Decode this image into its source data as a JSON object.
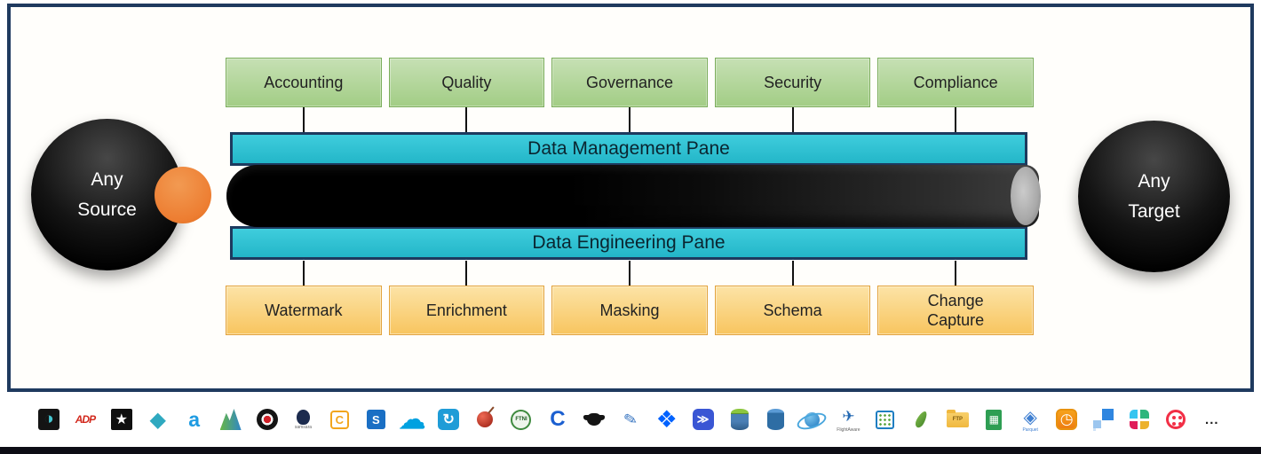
{
  "frame": {
    "background": "#fffefb",
    "border_color": "#1f3a5f"
  },
  "diagram": {
    "source_label": "Any Source",
    "target_label": "Any Target",
    "management_pane": "Data Management Pane",
    "engineering_pane": "Data Engineering Pane",
    "top_boxes": [
      "Accounting",
      "Quality",
      "Governance",
      "Security",
      "Compliance"
    ],
    "bottom_boxes": [
      "Watermark",
      "Enrichment",
      "Masking",
      "Schema",
      "Change Capture"
    ],
    "colors": {
      "frame_border": "#1f3a5f",
      "frame_bg": "#fffefb",
      "pane_fill_top": "#3fcddd",
      "pane_fill_bottom": "#23b6c8",
      "pane_border": "#1d3a5e",
      "pane_text": "#0a2530",
      "top_box_top": "#c6e0b4",
      "top_box_bottom": "#a2cd85",
      "top_box_border": "#7bad5b",
      "bottom_box_top": "#fce3a6",
      "bottom_box_bottom": "#f8c55f",
      "bottom_box_border": "#e2a33d",
      "pipe_dark": "#000000",
      "pipe_light": "#3a3a3a",
      "pipe_cap": "#a8a8a8",
      "accent_circle": "#ed7d31",
      "box_text": "#222222",
      "line": "#111111"
    }
  },
  "connectors": {
    "items": [
      {
        "name": "disc-logo",
        "glyph": "◑",
        "sub": ""
      },
      {
        "name": "adp-logo",
        "glyph": "ADP",
        "sub": ""
      },
      {
        "name": "star-logo",
        "glyph": "★",
        "sub": ""
      },
      {
        "name": "teal-diamond-logo",
        "glyph": "◆",
        "sub": ""
      },
      {
        "name": "blue-swirl-logo",
        "glyph": "a",
        "sub": ""
      },
      {
        "name": "mountain-chart-logo",
        "glyph": "",
        "sub": ""
      },
      {
        "name": "target-rings-logo",
        "glyph": "",
        "sub": ""
      },
      {
        "name": "samsara-logo",
        "glyph": "",
        "sub": "samsara"
      },
      {
        "name": "orange-c-logo",
        "glyph": "C",
        "sub": ""
      },
      {
        "name": "sharepoint-logo",
        "glyph": "S",
        "sub": ""
      },
      {
        "name": "salesforce-cloud-logo",
        "glyph": "☁",
        "sub": ""
      },
      {
        "name": "sync-arrow-logo",
        "glyph": "↻",
        "sub": ""
      },
      {
        "name": "red-ball-logo",
        "glyph": "",
        "sub": ""
      },
      {
        "name": "ftni-logo",
        "glyph": "FTNI",
        "sub": ""
      },
      {
        "name": "blue-c-logo",
        "glyph": "C",
        "sub": ""
      },
      {
        "name": "monkey-logo",
        "glyph": "",
        "sub": ""
      },
      {
        "name": "quill-logo",
        "glyph": "✎",
        "sub": ""
      },
      {
        "name": "dropbox-logo",
        "glyph": "❖",
        "sub": ""
      },
      {
        "name": "send-arrow-logo",
        "glyph": "≫",
        "sub": ""
      },
      {
        "name": "green-lid-database-logo",
        "glyph": "",
        "sub": ""
      },
      {
        "name": "blue-database-logo",
        "glyph": "",
        "sub": ""
      },
      {
        "name": "planet-ring-logo",
        "glyph": "",
        "sub": ""
      },
      {
        "name": "flightaware-logo",
        "glyph": "✈",
        "sub": "FlightAware"
      },
      {
        "name": "scan-frame-logo",
        "glyph": "",
        "sub": ""
      },
      {
        "name": "leaf-logo",
        "glyph": "",
        "sub": ""
      },
      {
        "name": "ftp-folder-logo",
        "glyph": "FTP",
        "sub": ""
      },
      {
        "name": "spreadsheet-logo",
        "glyph": "▦",
        "sub": ""
      },
      {
        "name": "parquet-logo",
        "glyph": "◈",
        "sub": "Parquet"
      },
      {
        "name": "clock-app-logo",
        "glyph": "◷",
        "sub": ""
      },
      {
        "name": "blue-tiles-logo",
        "glyph": "",
        "sub": ""
      },
      {
        "name": "slack-logo",
        "glyph": "",
        "sub": ""
      },
      {
        "name": "twilio-logo",
        "glyph": "",
        "sub": ""
      },
      {
        "name": "more-ellipsis",
        "glyph": "...",
        "sub": ""
      }
    ]
  }
}
